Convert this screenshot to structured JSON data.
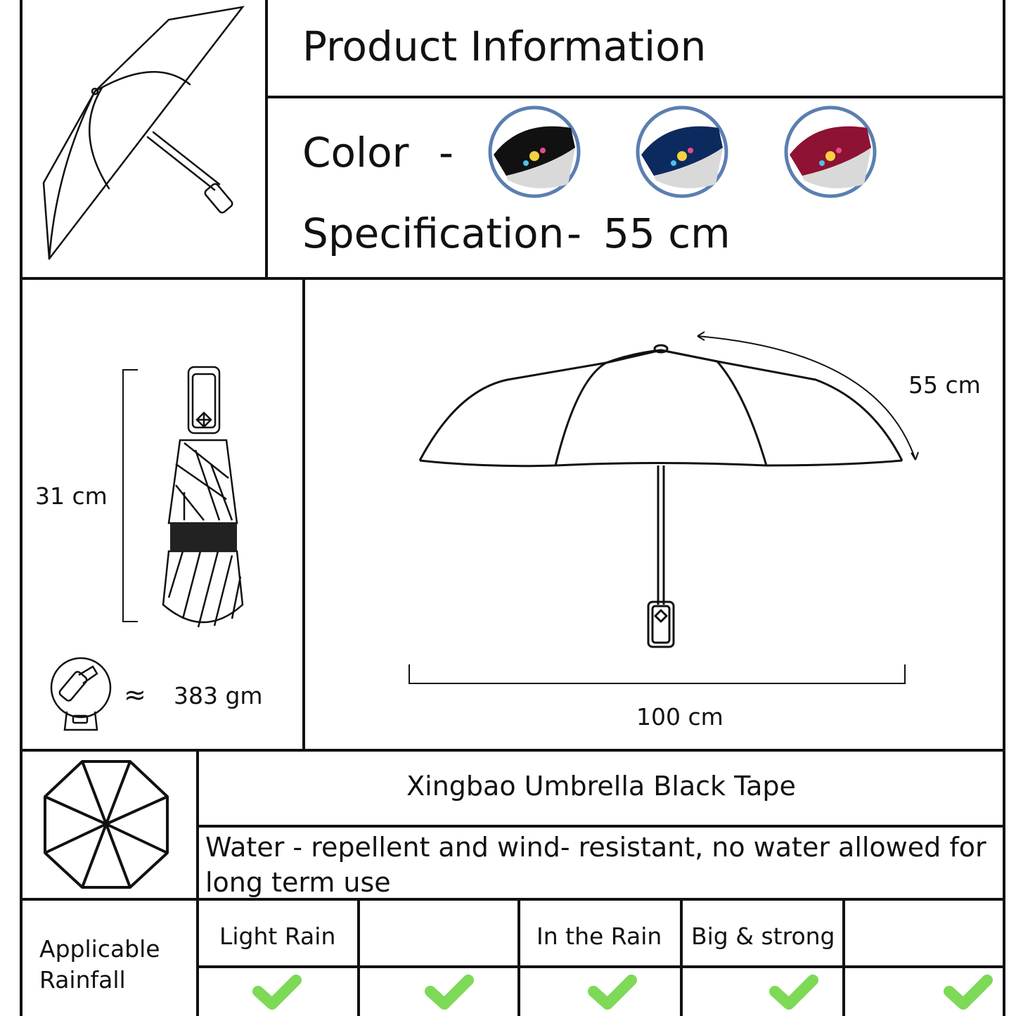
{
  "product_info": {
    "title": "Product Information",
    "color_label": "Color",
    "color_dash": "-",
    "color_swatches": [
      {
        "name": "black",
        "canopy": "#111111"
      },
      {
        "name": "navy",
        "canopy": "#0d2a5e"
      },
      {
        "name": "red",
        "canopy": "#8e1233"
      }
    ],
    "swatch_ring_color": "#5b7fb0",
    "spec_label": "Specification",
    "spec_dash": "-",
    "spec_value": "55 cm"
  },
  "folded": {
    "length": "31 cm",
    "approx_symbol": "≈",
    "weight": "383 gm"
  },
  "open": {
    "rib_length": "55 cm",
    "diameter": "100 cm"
  },
  "features": {
    "product_name": "Xingbao Umbrella Black Tape",
    "description": "Water - repellent and wind- resistant, no water allowed for long term use"
  },
  "rainfall": {
    "label": "Applicable Rainfall",
    "columns": [
      "Light Rain",
      "",
      "In the Rain",
      "Big & strong",
      ""
    ],
    "checks": [
      true,
      true,
      true,
      true,
      true
    ],
    "check_color": "#7ed957"
  }
}
